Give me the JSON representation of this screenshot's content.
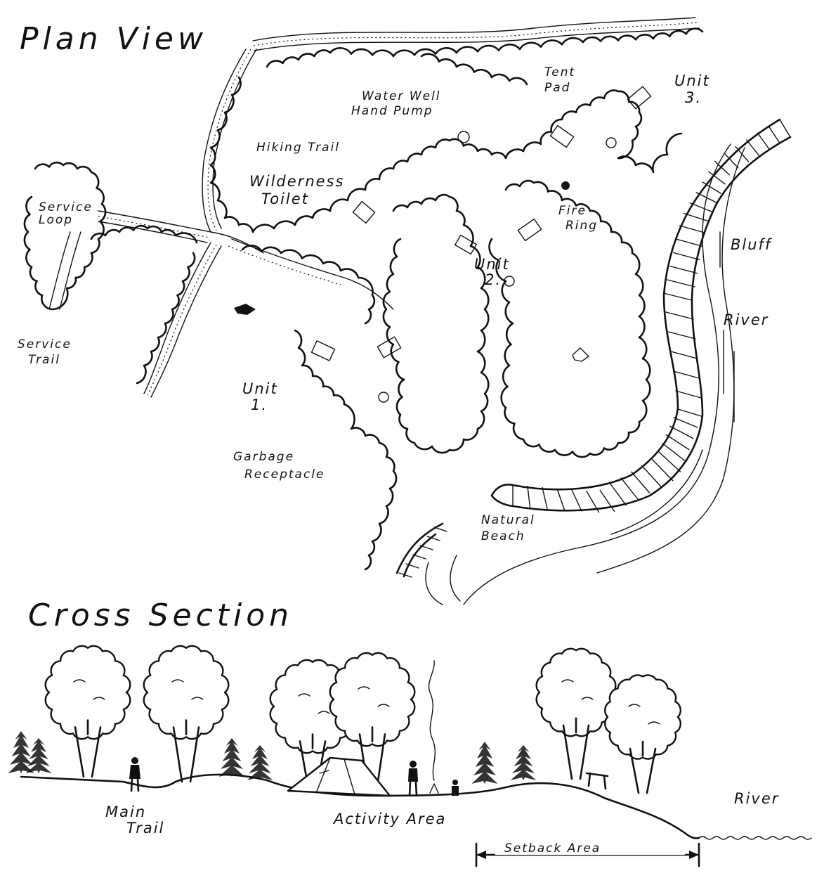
{
  "plan": {
    "title": "Plan View",
    "labels": {
      "hiking_trail": "Hiking Trail",
      "wilderness_toilet_1": "Wilderness",
      "wilderness_toilet_2": "Toilet",
      "water_well_1": "Water Well",
      "water_well_2": "Hand Pump",
      "tent_pad_1": "Tent",
      "tent_pad_2": "Pad",
      "unit3_1": "Unit",
      "unit3_2": "3.",
      "service_loop_1": "Service",
      "service_loop_2": "Loop",
      "fire_ring_1": "Fire",
      "fire_ring_2": "Ring",
      "bluff": "Bluff",
      "unit2_1": "Unit",
      "unit2_2": "2.",
      "river": "River",
      "service_trail_1": "Service",
      "service_trail_2": "Trail",
      "unit1_1": "Unit",
      "unit1_2": "1.",
      "garbage_1": "Garbage",
      "garbage_2": "Receptacle",
      "beach_1": "Natural",
      "beach_2": "Beach"
    }
  },
  "section": {
    "title": "Cross Section",
    "labels": {
      "main_trail_1": "Main",
      "main_trail_2": "Trail",
      "activity_area": "Activity Area",
      "river": "River",
      "setback_area": "Setback Area"
    }
  }
}
